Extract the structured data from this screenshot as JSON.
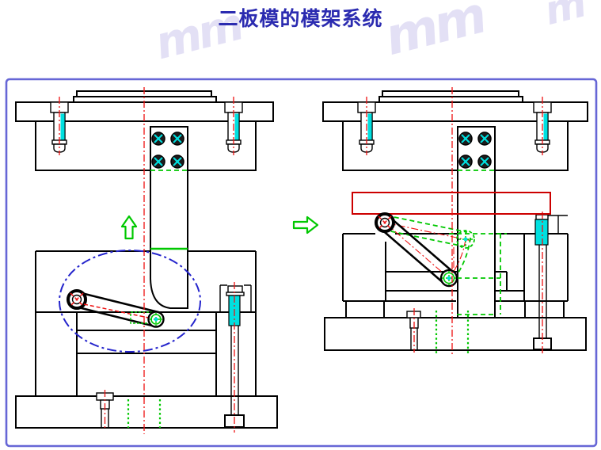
{
  "page": {
    "title": "二板模的模架系统"
  },
  "watermark": {
    "glyph_left": "mm",
    "glyph_right": "mm",
    "glyph_corner": "m"
  },
  "colors": {
    "background": "#ffffff",
    "title_text": "#2b2bb0",
    "frame_border": "#6666d6",
    "drawing_line": "#000000",
    "centerline_red": "#ee1111",
    "accent_green": "#00c800",
    "highlight_cyan": "#00e0e0",
    "ellipse_blue": "#2424cc",
    "highlight_box_red": "#cc0000",
    "watermark_lavender": "#e3e0f5"
  },
  "icons": {
    "up_arrow": "green-up-arrow-icon",
    "transition_arrow": "green-right-arrow-icon",
    "highlight_ellipse": "blue-dashdot-ellipse",
    "highlight_box": "red-highlight-box"
  }
}
